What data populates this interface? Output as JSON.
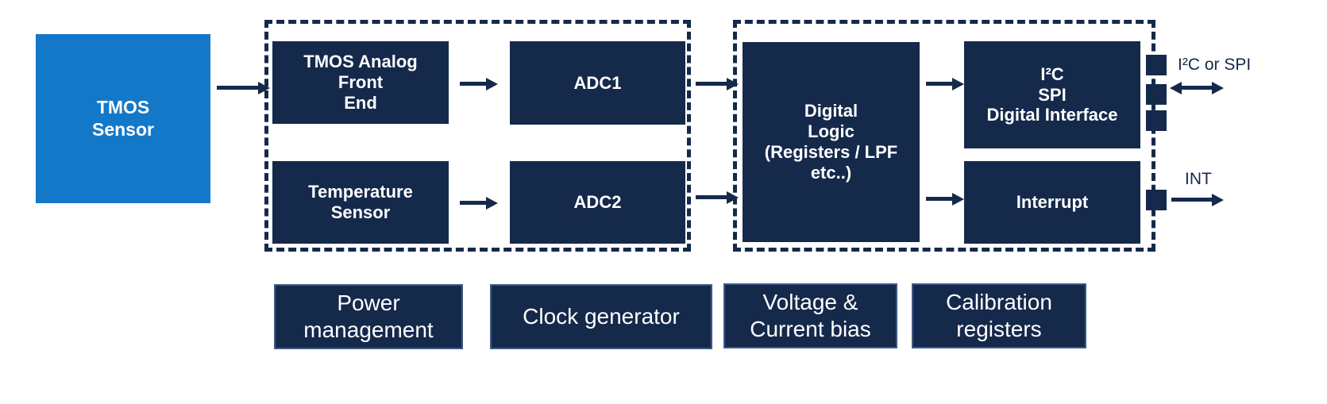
{
  "diagram": {
    "sensor": {
      "label": "TMOS\nSensor"
    },
    "analog_block": {
      "afe_label": "TMOS Analog\nFront\nEnd",
      "temp_sensor_label": "Temperature\nSensor",
      "adc1_label": "ADC1",
      "adc2_label": "ADC2"
    },
    "digital_block": {
      "logic_label": "Digital\nLogic\n(Registers / LPF\netc..)",
      "interface_label": "I²C\nSPI\nDigital Interface",
      "interrupt_label": "Interrupt"
    },
    "io_labels": {
      "i2c_spi": "I²C or SPI",
      "int": "INT"
    },
    "support_blocks": [
      {
        "label": "Power\nmanagement"
      },
      {
        "label": "Clock generator"
      },
      {
        "label": "Voltage &\nCurrent bias"
      },
      {
        "label": "Calibration\nregisters"
      }
    ],
    "colors": {
      "sensor_blue": "#1478C8",
      "navy": "#15294B"
    }
  }
}
